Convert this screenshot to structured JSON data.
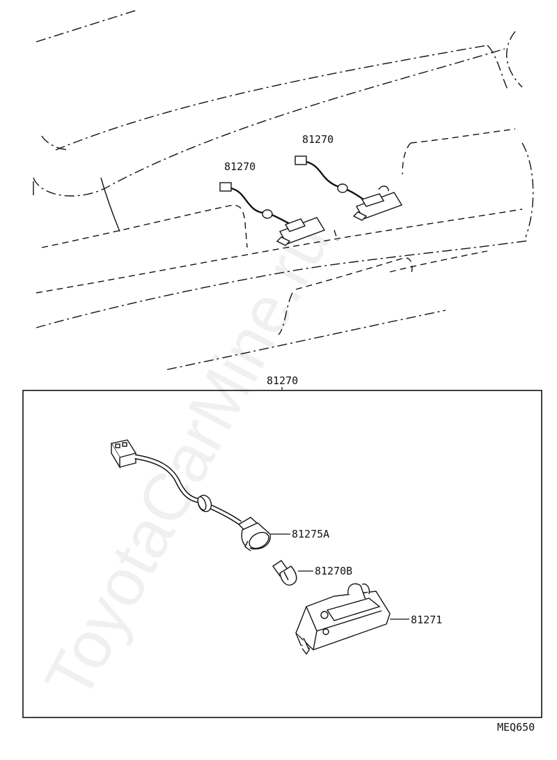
{
  "diagram": {
    "watermark": "ToyotaCarMine.ru",
    "figure_code": "MEQ650",
    "callouts": {
      "lamp_left": "81270",
      "lamp_right": "81270",
      "detail_box_title": "81270",
      "socket": "81275A",
      "bulb": "81270B",
      "lens": "81271"
    }
  }
}
